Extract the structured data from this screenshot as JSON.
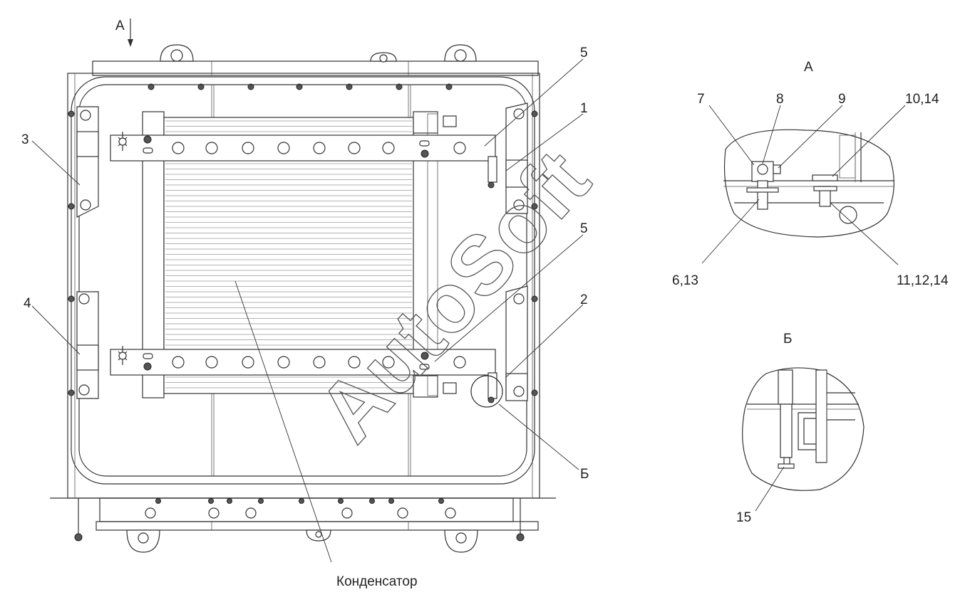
{
  "view_label_top": "А",
  "caption": "Конденсатор",
  "watermark": "AutoSoft",
  "main_callouts": [
    {
      "id": "5-top",
      "text": "5"
    },
    {
      "id": "1",
      "text": "1"
    },
    {
      "id": "3",
      "text": "3"
    },
    {
      "id": "5-mid",
      "text": "5"
    },
    {
      "id": "4",
      "text": "4"
    },
    {
      "id": "2",
      "text": "2"
    },
    {
      "id": "b",
      "text": "Б"
    }
  ],
  "detail_a": {
    "title": "А",
    "callouts": [
      "7",
      "8",
      "9",
      "10,14",
      "6,13",
      "11,12,14"
    ]
  },
  "detail_b": {
    "title": "Б",
    "callouts": [
      "15"
    ]
  },
  "colors": {
    "line": "#333333",
    "fin": "#999999",
    "watermark": "#555555"
  }
}
